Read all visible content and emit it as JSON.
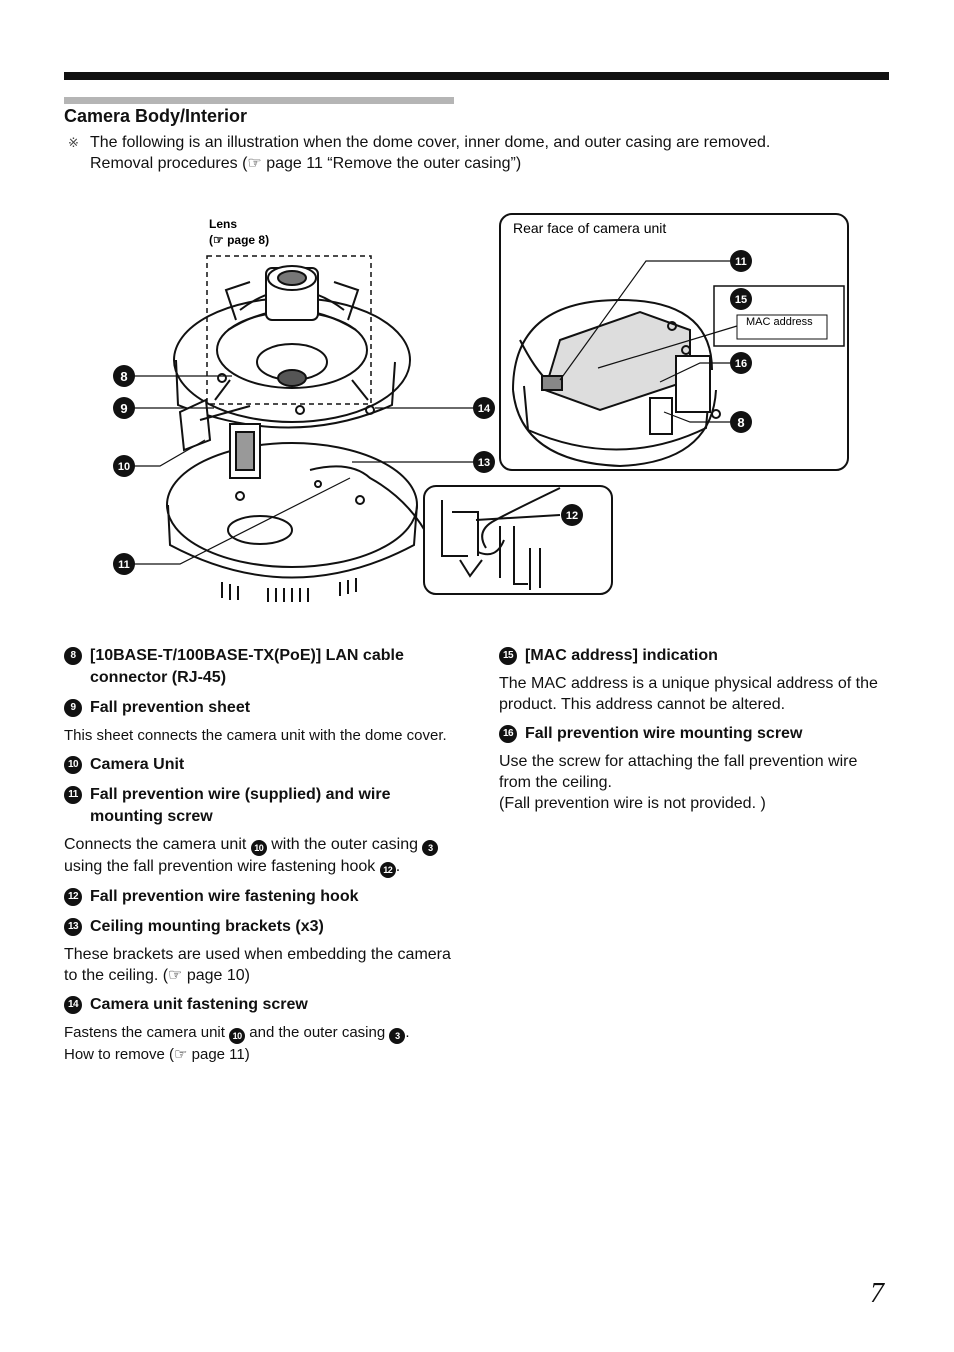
{
  "section": {
    "title": "Camera Body/Interior",
    "note_mark": "※",
    "note_line1": "The following is an illustration when the dome cover, inner dome, and outer casing are removed.",
    "note_line2": "Removal procedures  (☞ page 11 “Remove the outer casing”)"
  },
  "figure": {
    "lens_label": "Lens",
    "lens_ref": "(☞  page 8)",
    "rear_label": "Rear face of camera unit",
    "mac_label": "MAC address",
    "callouts": {
      "c8": "8",
      "c9": "9",
      "c10": "10",
      "c11": "11",
      "c12": "12",
      "c13": "13",
      "c14": "14",
      "c15": "15",
      "c16": "16"
    }
  },
  "items_left": [
    {
      "num": "8",
      "title": "[10BASE-T/100BASE-TX(PoE)] LAN cable connector (RJ-45)"
    },
    {
      "num": "9",
      "title": "Fall prevention sheet",
      "desc": "This sheet connects the camera unit with the dome cover."
    },
    {
      "num": "10",
      "title": "Camera Unit"
    },
    {
      "num": "11",
      "title": "Fall prevention wire (supplied) and wire mounting screw",
      "desc_a": "Connects the camera unit",
      "ref_a": "10",
      "desc_b": "with the outer casing",
      "ref_b": "3",
      "desc_c": "using the fall prevention wire fastening hook",
      "ref_c": "12",
      "desc_d": "."
    },
    {
      "num": "12",
      "title": "Fall prevention wire fastening hook"
    },
    {
      "num": "13",
      "title": "Ceiling mounting brackets (x3)",
      "desc": "These brackets are used when embedding the camera to the ceiling. (☞ page 10)"
    },
    {
      "num": "14",
      "title": "Camera unit fastening screw",
      "desc_a": "Fastens the camera unit",
      "ref_a": "10",
      "desc_b": "and the outer casing",
      "ref_b": "3",
      "desc_c": ".",
      "desc_d": " How to remove (☞ page 11)"
    }
  ],
  "items_right": [
    {
      "num": "15",
      "title": "[MAC address] indication",
      "desc": "The MAC address is a unique physical address of the product. This address cannot be altered."
    },
    {
      "num": "16",
      "title": "Fall prevention wire mounting screw",
      "desc": "Use the screw for attaching the fall prevention wire from the ceiling.",
      "desc2": "(Fall prevention wire is not provided. )"
    }
  ],
  "page_number": "7"
}
